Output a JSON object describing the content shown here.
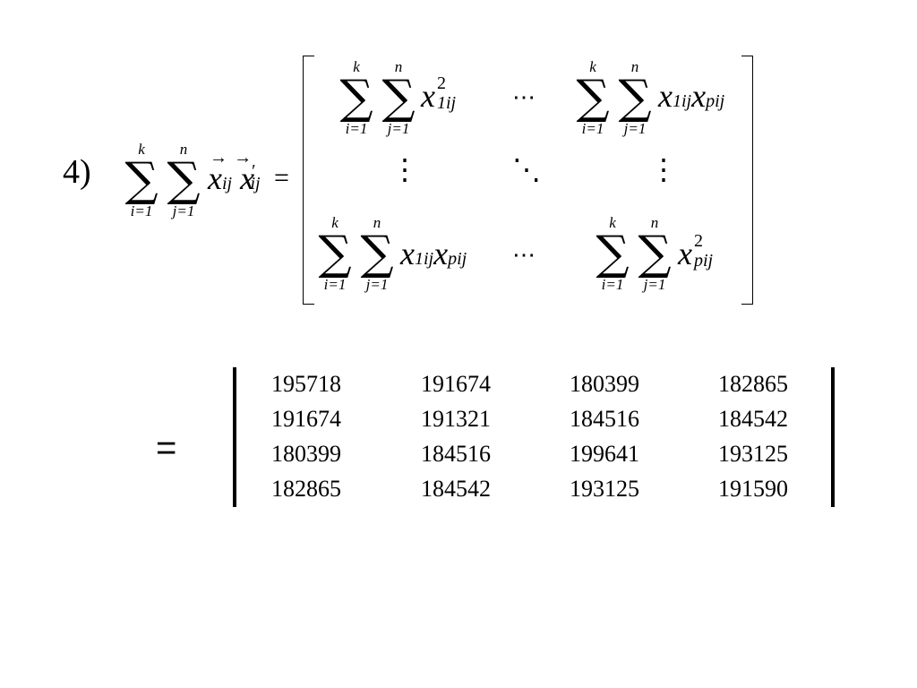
{
  "equation": {
    "label": "4)",
    "sum_upper_k": "k",
    "sum_upper_n": "n",
    "sum_lower_i": "i=1",
    "sum_lower_j": "j=1",
    "lhs_vector": "x",
    "lhs_sub": "ij",
    "lhs_prime": "′",
    "equals": "=",
    "element_11_sup": "2",
    "element_11_sub": "1ij",
    "element_1p_sub_a": "1ij",
    "element_1p_sub_b": "pij",
    "element_pp_sup": "2",
    "element_pp_sub": "pij",
    "hdots": "⋯",
    "vdots": "⋮",
    "ddots": "⋱"
  },
  "result": {
    "equals": "=",
    "matrix": [
      [
        "195718",
        "191674",
        "180399",
        "182865"
      ],
      [
        "191674",
        "191321",
        "184516",
        "184542"
      ],
      [
        "180399",
        "184516",
        "199641",
        "193125"
      ],
      [
        "182865",
        "184542",
        "193125",
        "191590"
      ]
    ]
  }
}
